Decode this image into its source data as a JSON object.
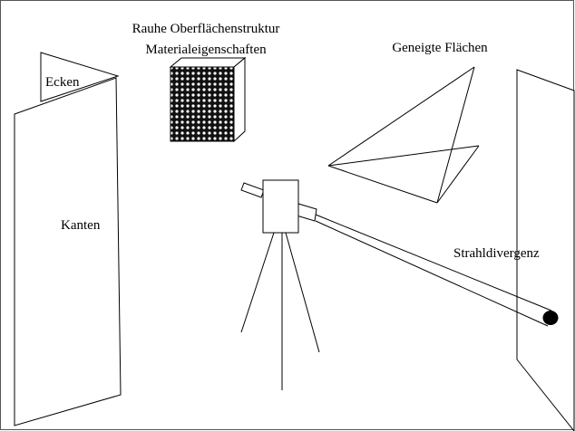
{
  "labels": {
    "rough_surface": "Rauhe Oberflächenstruktur",
    "material": "Materialeigenschaften",
    "inclined_surfaces": "Geneigte Flächen",
    "corners": "Ecken",
    "edges": "Kanten",
    "beam_divergence": "Strahldivergenz"
  },
  "colors": {
    "stroke": "#000000",
    "background": "#ffffff"
  }
}
